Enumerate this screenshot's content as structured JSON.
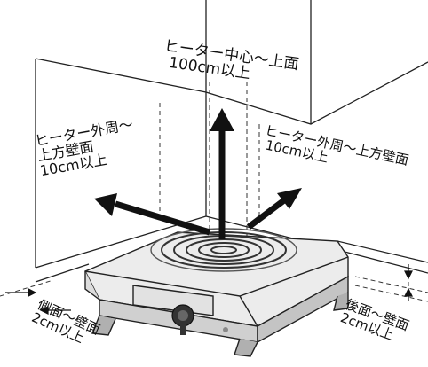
{
  "labels": {
    "top": {
      "line1": "ヒーター中心〜上面",
      "line2": "100cm以上"
    },
    "left": {
      "line1": "ヒーター外周〜",
      "line2": "上方壁面",
      "line3": "10cm以上"
    },
    "right": {
      "line1": "ヒーター外周〜上方壁面",
      "line2": "10cm以上"
    },
    "side": {
      "line1": "側面〜壁面",
      "line2": "2cm以上"
    },
    "back": {
      "line1": "後面〜壁面",
      "line2": "2cm以上"
    }
  },
  "colors": {
    "line": "#222222",
    "arrow": "#111111",
    "stove_body": "#ececec",
    "coil": "#333333"
  }
}
